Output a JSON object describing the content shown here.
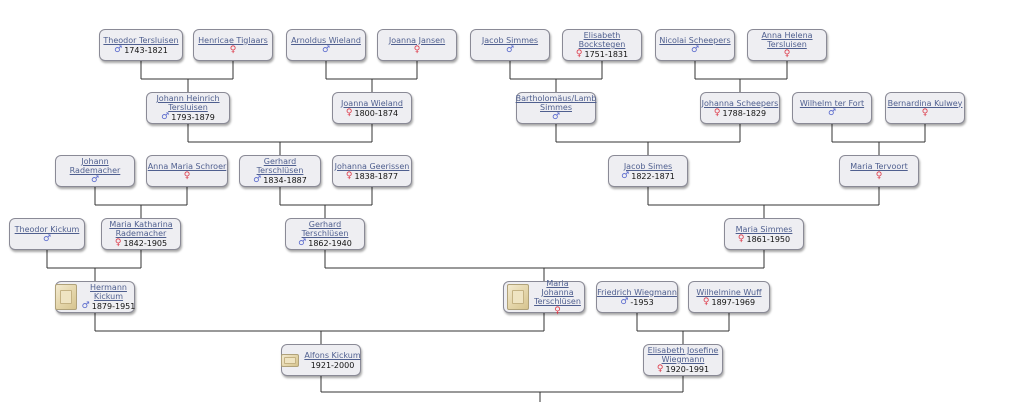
{
  "people": [
    {
      "name": "Theodor Tersluisen",
      "sex": "m",
      "dates": "1743-1821"
    },
    {
      "name": "Henricae Tiglaars",
      "sex": "f",
      "dates": ""
    },
    {
      "name": "Arnoldus Wieland",
      "sex": "m",
      "dates": ""
    },
    {
      "name": "Joanna Jansen",
      "sex": "f",
      "dates": ""
    },
    {
      "name": "Jacob Simmes",
      "sex": "m",
      "dates": ""
    },
    {
      "name": "Elisabeth\nBockstegen",
      "sex": "f",
      "dates": "1751-1831"
    },
    {
      "name": "Nicolai Scheepers",
      "sex": "m",
      "dates": ""
    },
    {
      "name": "Anna Helena\nTersluisen",
      "sex": "f",
      "dates": ""
    },
    {
      "name": "Johann Heinrich\nTersluisen",
      "sex": "m",
      "dates": "1793-1879"
    },
    {
      "name": "Joanna Wieland",
      "sex": "f",
      "dates": "1800-1874"
    },
    {
      "name": "Bartholomäus/Lamb\nSimmes",
      "sex": "m",
      "dates": ""
    },
    {
      "name": "Johanna Scheepers",
      "sex": "f",
      "dates": "1788-1829"
    },
    {
      "name": "Wilhelm ter Fort",
      "sex": "m",
      "dates": ""
    },
    {
      "name": "Bernardina Kulwey",
      "sex": "f",
      "dates": ""
    },
    {
      "name": "Johann\nRademacher",
      "sex": "m",
      "dates": ""
    },
    {
      "name": "Anna Maria Schroer",
      "sex": "f",
      "dates": ""
    },
    {
      "name": "Gerhard\nTerschlüsen",
      "sex": "m",
      "dates": "1834-1887"
    },
    {
      "name": "Johanna Geerissen",
      "sex": "f",
      "dates": "1838-1877"
    },
    {
      "name": "Jacob Simes",
      "sex": "m",
      "dates": "1822-1871"
    },
    {
      "name": "Maria Tervoort",
      "sex": "f",
      "dates": ""
    },
    {
      "name": "Theodor Kickum",
      "sex": "m",
      "dates": ""
    },
    {
      "name": "Maria Katharina\nRademacher",
      "sex": "f",
      "dates": "1842-1905"
    },
    {
      "name": "Gerhard\nTerschlüsen",
      "sex": "m",
      "dates": "1862-1940"
    },
    {
      "name": "Maria Simmes",
      "sex": "f",
      "dates": "1861-1950"
    },
    {
      "name": "Hermann\nKickum",
      "sex": "m",
      "dates": "1879-1951"
    },
    {
      "name": "Maria\nJohanna\nTerschlüsen",
      "sex": "f",
      "dates": ""
    },
    {
      "name": "Friedrich Wiegmann",
      "sex": "m",
      "dates": "-1953"
    },
    {
      "name": "Wilhelmine Wuff",
      "sex": "f",
      "dates": "1897-1969"
    },
    {
      "name": "Alfons Kickum",
      "sex": "",
      "dates": "1921-2000"
    },
    {
      "name": "Elisabeth Josefine\nWiegmann",
      "sex": "f",
      "dates": "1920-1991"
    }
  ],
  "symbols": {
    "m": "♂",
    "f": "♀"
  },
  "colors": {
    "male": "#5566cc",
    "female": "#dd3a4a",
    "link": "#4f5f8f",
    "box_bg": "#eeeef2",
    "box_border": "#8a8a96",
    "line": "#333333"
  }
}
